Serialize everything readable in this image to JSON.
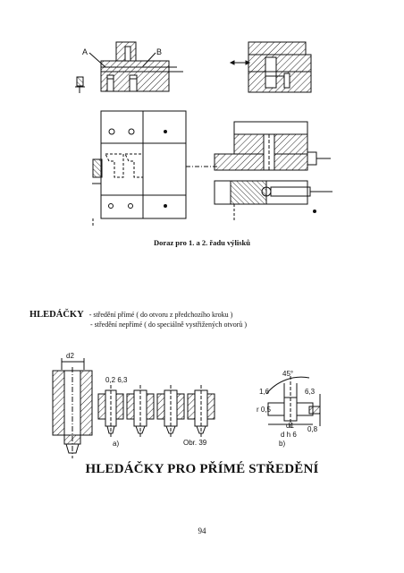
{
  "figure_top": {
    "label_a": "A",
    "label_b": "B",
    "caption": "Doraz pro 1. a 2. řadu výlisků"
  },
  "hledacky": {
    "title": "HLEDÁČKY",
    "line1": "- středění přímé ( do otvoru z předchozího kroku )",
    "line2": "- středění nepřímé ( do speciálně vystřižených otvorů )"
  },
  "figure_bottom": {
    "dim_d2": "d2",
    "roughness": "0,2 6,3",
    "label_a": "a)",
    "obr": "Obr. 39",
    "label_b": "b)",
    "angle": "45°",
    "dim_63": "6,3",
    "dim_d1": "d1",
    "dim_dh6": "d h 6",
    "dim_r": "r 0,5",
    "dim_1": "1,6",
    "dim_2": "0,8"
  },
  "heading": "HLEDÁČKY PRO PŘÍMÉ STŘEDĚNÍ",
  "page_number": "94"
}
